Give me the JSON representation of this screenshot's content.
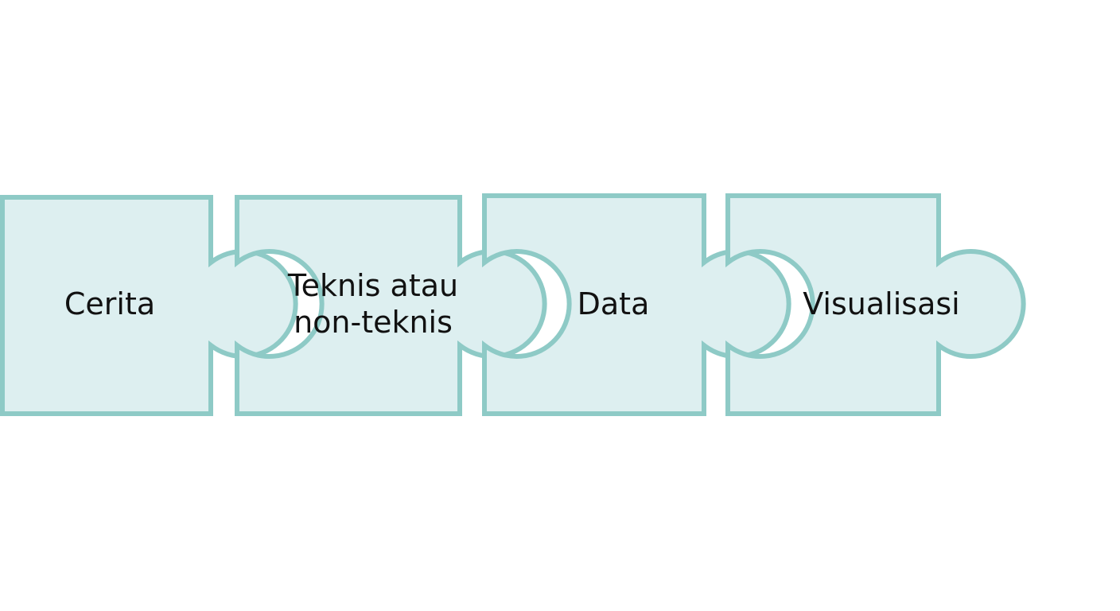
{
  "diagram": {
    "colors": {
      "fill": "#ddeff0",
      "stroke": "#8ecac6",
      "background": "#ffffff",
      "text": "#111111"
    },
    "pieces": [
      {
        "lines": [
          "Cerita"
        ]
      },
      {
        "lines": [
          "Teknis atau",
          "non-teknis"
        ]
      },
      {
        "lines": [
          "Data"
        ]
      },
      {
        "lines": [
          "Visualisasi"
        ]
      }
    ]
  }
}
